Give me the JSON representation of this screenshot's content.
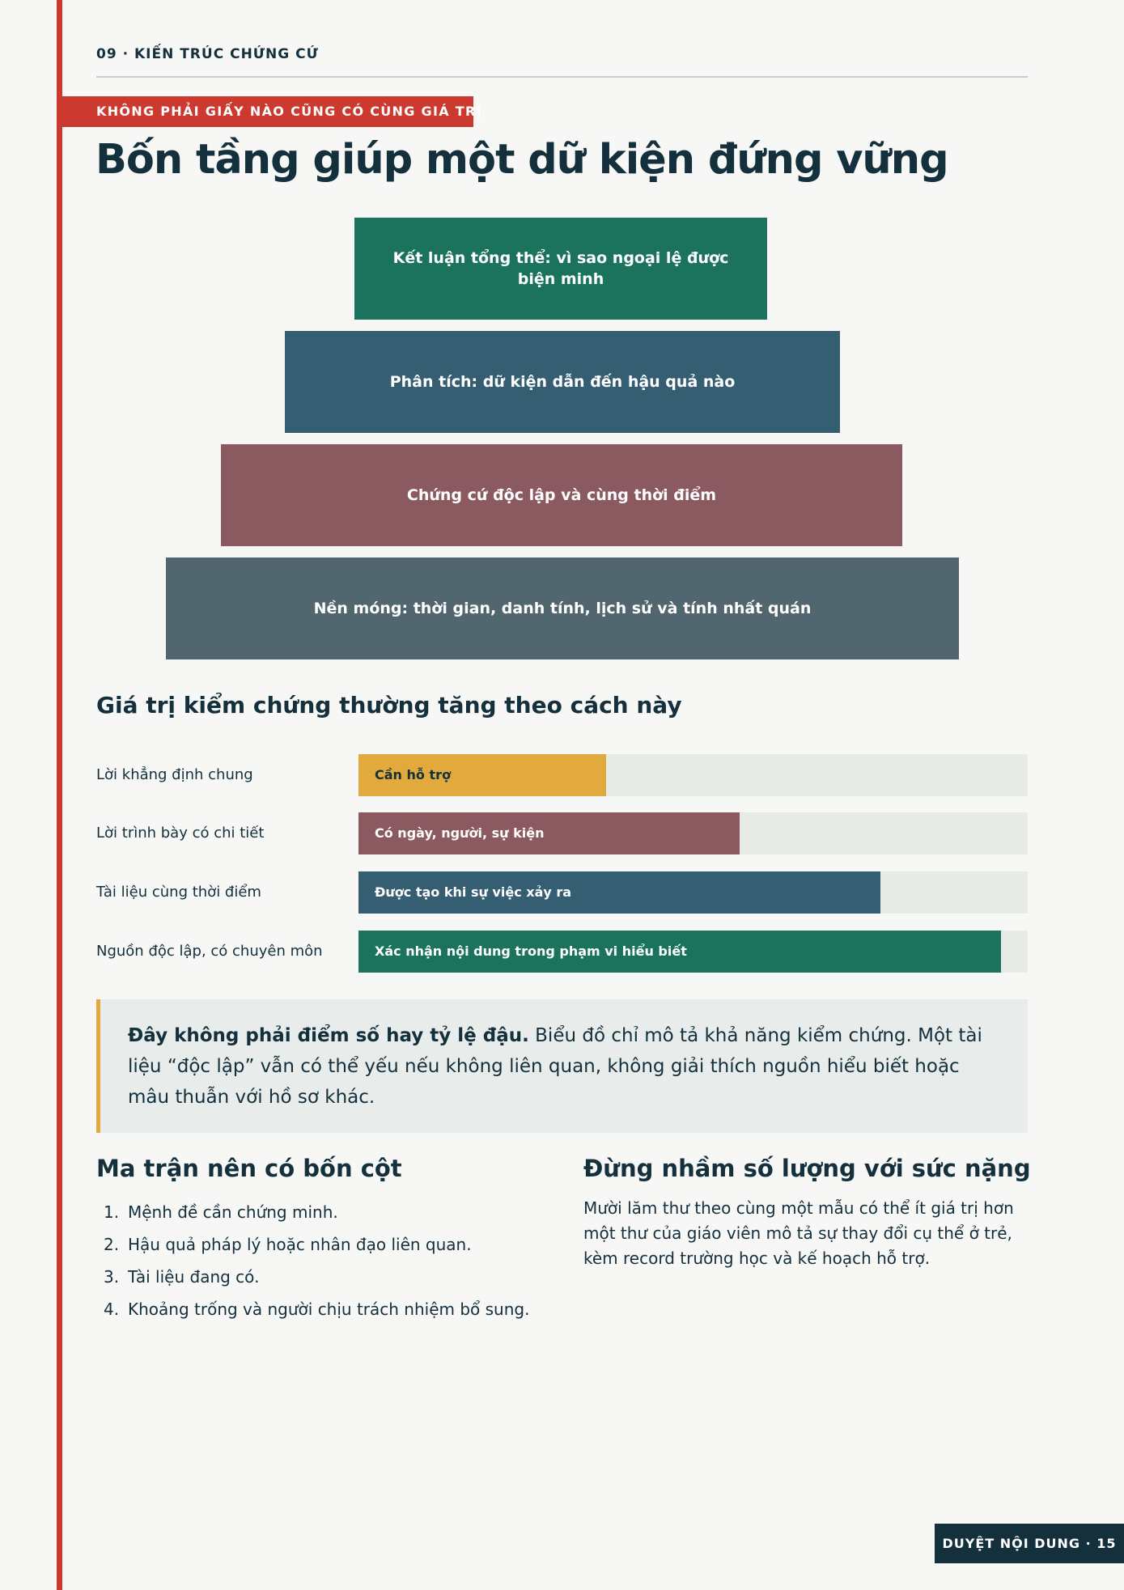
{
  "header": {
    "section_label": "09 · KIẾN TRÚC CHỨNG CỨ",
    "kicker": "KHÔNG PHẢI GIẤY NÀO CŨNG CÓ CÙNG GIÁ TRỊ",
    "title": "Bốn tầng giúp một dữ kiện đứng vững"
  },
  "pyramid": {
    "tiers": [
      {
        "label": "Kết luận tổng thể: vì sao ngoại lệ được biện minh",
        "color": "#1b735e"
      },
      {
        "label": "Phân tích: dữ kiện dẫn đến hậu quả nào",
        "color": "#355e73"
      },
      {
        "label": "Chứng cứ độc lập và cùng thời điểm",
        "color": "#8b5960"
      },
      {
        "label": "Nền móng: thời gian, danh tính, lịch sử và tính nhất quán",
        "color": "#526670"
      }
    ]
  },
  "chart_data": {
    "type": "bar",
    "orientation": "horizontal",
    "title": "Giá trị kiểm chứng thường tăng theo cách này",
    "categories": [
      "Lời khẳng định chung",
      "Lời trình bày có chi tiết",
      "Tài liệu cùng thời điểm",
      "Nguồn độc lập, có chuyên môn"
    ],
    "values": [
      0.37,
      0.57,
      0.78,
      0.96
    ],
    "bar_labels": [
      "Cần hỗ trợ",
      "Có ngày, người, sự kiện",
      "Được tạo khi sự việc xảy ra",
      "Xác nhận nội dung trong phạm vi hiểu biết"
    ],
    "colors": [
      "#e2a93d",
      "#8b5960",
      "#355e73",
      "#1b735e"
    ],
    "label_colors": [
      "#14303d",
      "#ffffff",
      "#ffffff",
      "#ffffff"
    ],
    "xlim": [
      0,
      1
    ],
    "grid": false
  },
  "note": {
    "bold": "Đây không phải điểm số hay tỷ lệ đậu.",
    "text": " Biểu đồ chỉ mô tả khả năng kiểm chứng. Một tài liệu “độc lập” vẫn có thể yếu nếu không liên quan, không giải thích nguồn hiểu biết hoặc mâu thuẫn với hồ sơ khác."
  },
  "left_column": {
    "heading": "Ma trận nên có bốn cột",
    "items": [
      {
        "num": "1.",
        "text": "Mệnh đề cần chứng minh."
      },
      {
        "num": "2.",
        "text": "Hậu quả pháp lý hoặc nhân đạo liên quan."
      },
      {
        "num": "3.",
        "text": "Tài liệu đang có."
      },
      {
        "num": "4.",
        "text": "Khoảng trống và người chịu trách nhiệm bổ sung."
      }
    ]
  },
  "right_column": {
    "heading": "Đừng nhầm số lượng với sức nặng",
    "text": "Mười lăm thư theo cùng một mẫu có thể ít giá trị hơn một thư của giáo viên mô tả sự thay đổi cụ thể ở trẻ, kèm record trường học và kế hoạch hỗ trợ."
  },
  "footer": {
    "badge": "DUYỆT NỘI DUNG · 15"
  },
  "colors": {
    "accent_red": "#cc3a2f",
    "navy": "#14303d",
    "amber": "#e2a93d"
  }
}
